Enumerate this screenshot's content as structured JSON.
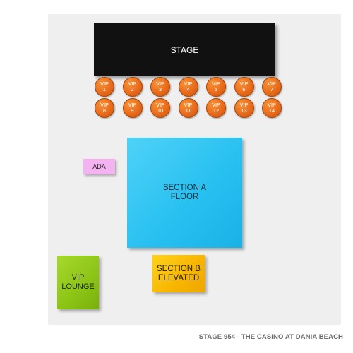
{
  "venue_map": {
    "stage_label": "STAGE",
    "vip_prefix": "VIP",
    "vip_rows": [
      [
        "1",
        "2",
        "3",
        "4",
        "5",
        "6",
        "7"
      ],
      [
        "8",
        "9",
        "10",
        "11",
        "12",
        "13",
        "14"
      ]
    ],
    "ada_label": "ADA",
    "section_a": {
      "line1": "SECTION A",
      "line2": "FLOOR"
    },
    "section_b": {
      "line1": "SECTION B",
      "line2": "ELEVATED"
    },
    "vip_lounge": {
      "line1": "VIP",
      "line2": "LOUNGE"
    },
    "footer": "STAGE 954 - THE CASINO AT DANIA BEACH",
    "colors": {
      "stage": "#111111",
      "vip_table": "#ea6b1a",
      "ada": "#f2b3f0",
      "section_a": "#26bff0",
      "section_b": "#f7b500",
      "vip_lounge": "#8cc416",
      "background_panel": "#efefef"
    }
  }
}
